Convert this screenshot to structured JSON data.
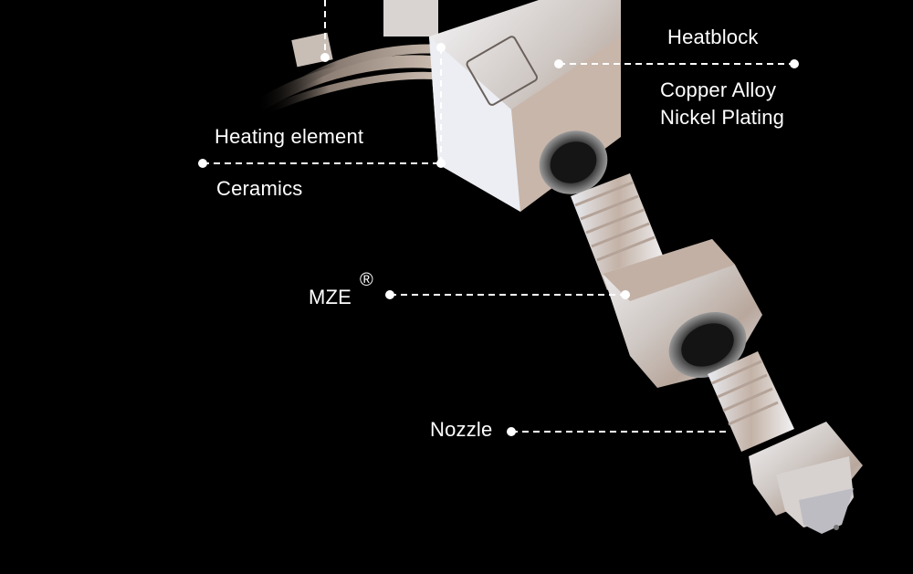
{
  "diagram": {
    "subject": "Exploded view of 3D printer hotend assembly",
    "background": "#000000",
    "line_color": "#ffffff",
    "callouts": [
      {
        "id": "heatblock",
        "title": "Heatblock",
        "details": [
          "Copper Alloy",
          "Nickel Plating"
        ]
      },
      {
        "id": "heating-element",
        "title": "Heating element",
        "details": [
          "Ceramics"
        ]
      },
      {
        "id": "mze",
        "title": "MZE",
        "mark": "®",
        "details": []
      },
      {
        "id": "nozzle",
        "title": "Nozzle",
        "details": []
      }
    ],
    "parts": [
      "heatblock",
      "heating-element-wires",
      "heat-break-mze",
      "nozzle"
    ]
  }
}
